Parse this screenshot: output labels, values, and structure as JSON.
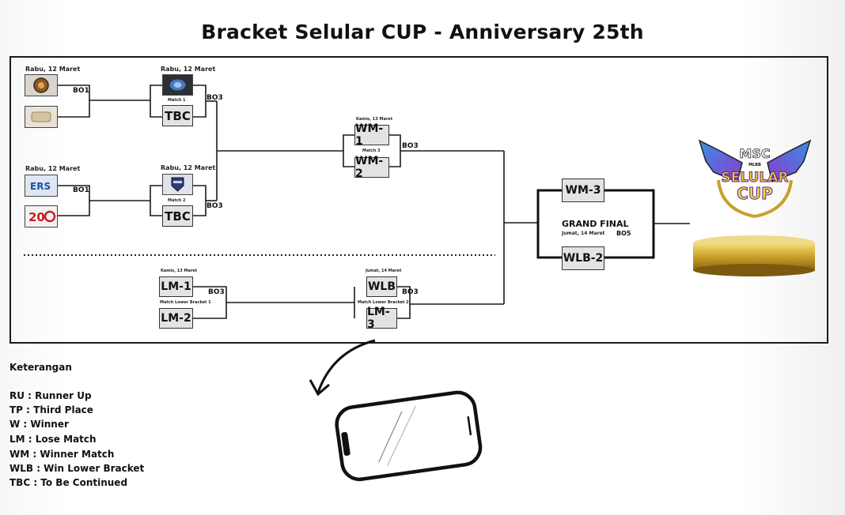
{
  "title": "Bracket Selular CUP - Anniversary 25th",
  "upper": {
    "r1_top_date": "Rabu, 12 Maret",
    "r1_bottom_date": "Rabu, 12 Maret",
    "r1_format": "BO1",
    "r1_bottom_logo1_text": "ERS",
    "r1_bottom_logo2_text": "20",
    "qf_top_date": "Rabu, 12 Maret",
    "qf_bottom_date": "Rabu, 12 Maret",
    "match1_label": "Match 1",
    "match2_label": "Match 2",
    "tbc": "TBC",
    "qf_format": "BO3",
    "wm_date": "Kamis, 13 Maret",
    "wm1": "WM-1",
    "wm2": "WM-2",
    "match3_label": "Match 3",
    "wm_format": "BO3"
  },
  "lower": {
    "lm_date": "Kamis, 13 Maret",
    "lm1": "LM-1",
    "lm2": "LM-2",
    "lm_label": "Match Lower Bracket 1",
    "lm_format": "BO3",
    "wlb_date": "Jumat, 14 Maret",
    "wlb": "WLB",
    "lm3": "LM-3",
    "wlb_label": "Match Lower Bracket 2",
    "wlb_format": "BO3"
  },
  "final": {
    "wm3": "WM-3",
    "wlb2": "WLB-2",
    "title": "GRAND FINAL",
    "date": "Jumat, 14 Maret",
    "format": "BO5"
  },
  "trophy": {
    "top_text": "MSC",
    "small_text": "MLBB",
    "main_text": "SELULAR",
    "cup_text": "CUP"
  },
  "legend": {
    "title": "Keterangan",
    "items": [
      "RU : Runner Up",
      "TP  : Third Place",
      "W : Winner",
      "LM : Lose Match",
      "WM : Winner Match",
      "WLB : Win Lower Bracket",
      "TBC : To Be Continued"
    ]
  },
  "colors": {
    "slot_bg": "#e3e3e3",
    "line": "#1a1a1a",
    "gold": "#c9a02a",
    "wing_purple": "#8a3cc8",
    "wing_blue": "#3a8ee8"
  }
}
